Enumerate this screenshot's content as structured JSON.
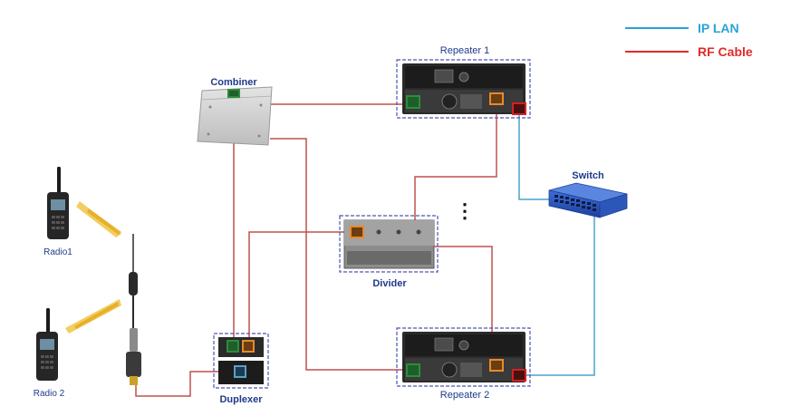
{
  "legend": {
    "items": [
      {
        "label": "IP LAN",
        "color": "#29a3d6"
      },
      {
        "label": "RF Cable",
        "color": "#e02a2a"
      }
    ]
  },
  "nodes": {
    "repeater1": "Repeater 1",
    "repeater2": "Repeater 2",
    "combiner": "Combiner",
    "divider": "Divider",
    "duplexer": "Duplexer",
    "switch": "Switch",
    "radio1": "Radio1",
    "radio2": "Radio 2",
    "ellipsis": "⋮"
  },
  "colors": {
    "rf": "#c0504d",
    "lan": "#4aa3c8",
    "dashed_box": "#4d55b3",
    "label_blue": "#1f3a8a",
    "port_green": "#2e8b3a",
    "port_orange": "#e8892a",
    "port_red": "#d32020",
    "port_blue": "#5aa0c8",
    "device_dark": "#2a2a2a"
  }
}
